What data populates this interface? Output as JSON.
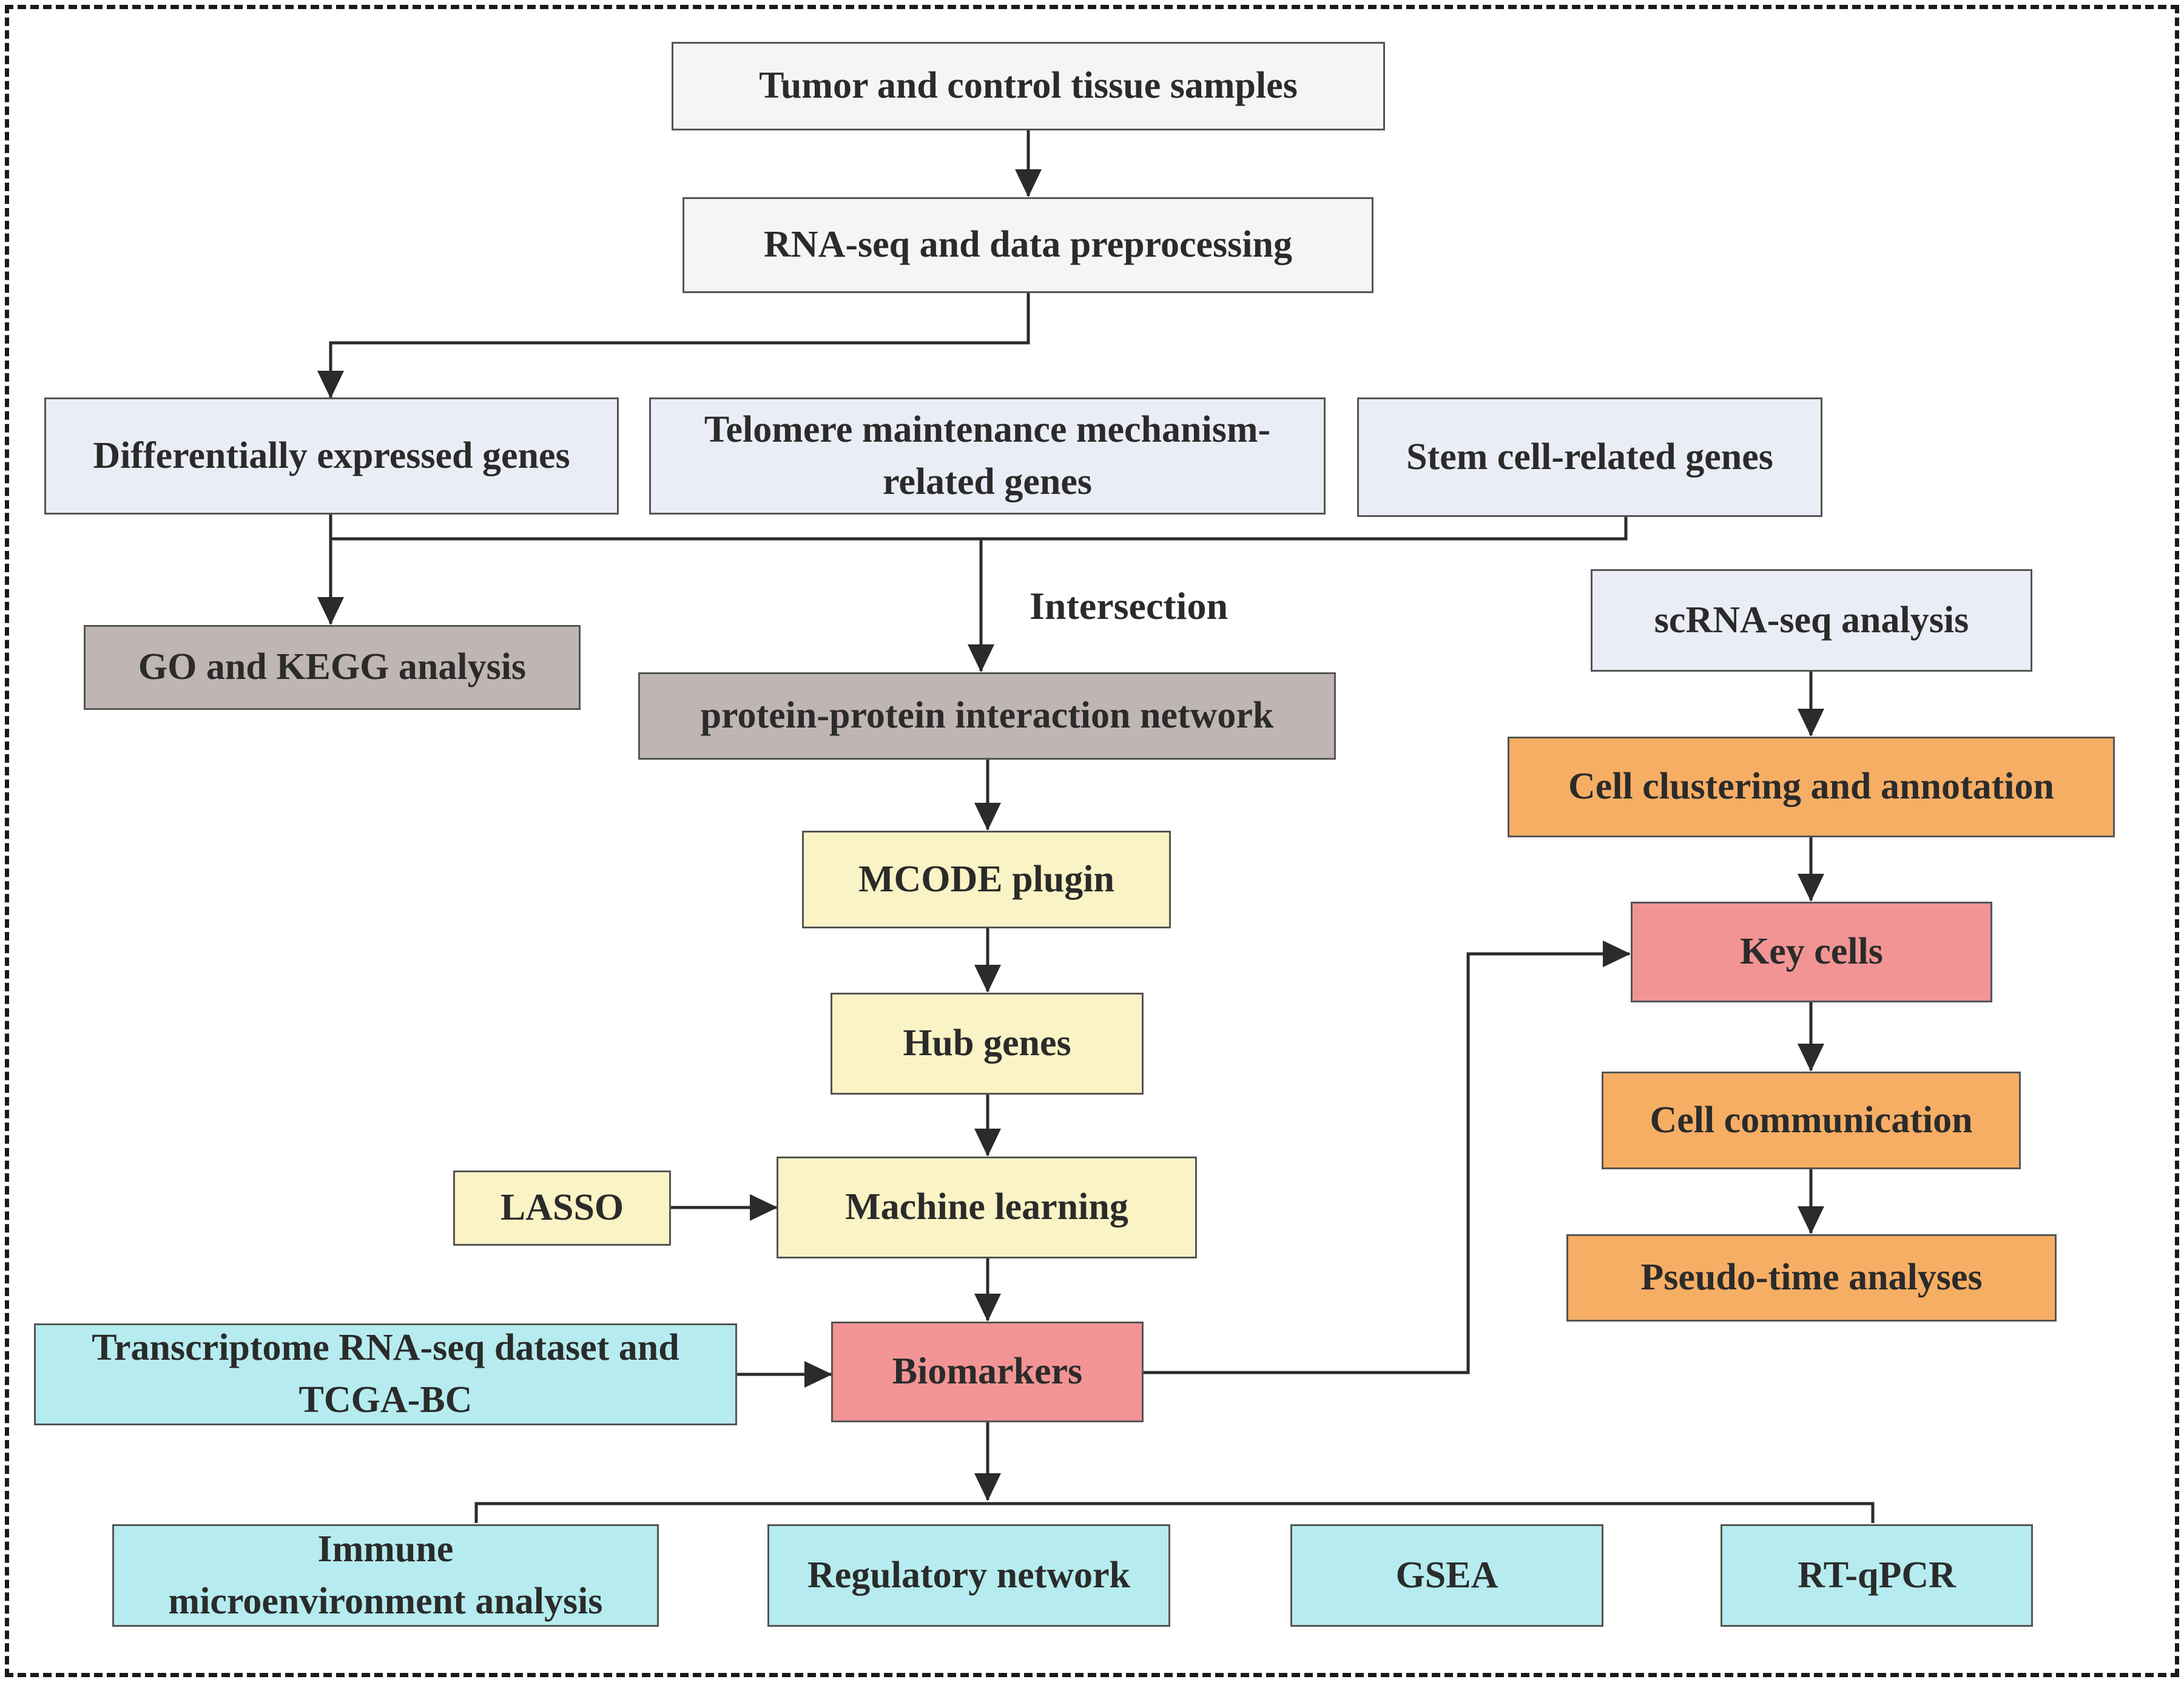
{
  "nodes": {
    "samples": "Tumor and control tissue samples",
    "rnaseq": "RNA-seq and data preprocessing",
    "degs": "Differentially expressed genes",
    "tmm_line1": "Telomere maintenance mechanism-",
    "tmm_line2": "related genes",
    "stem": "Stem cell-related genes",
    "gokegg": "GO and KEGG analysis",
    "intersection": "Intersection",
    "ppi": "protein-protein interaction network",
    "mcode": "MCODE plugin",
    "hub": "Hub genes",
    "lasso": "LASSO",
    "ml": "Machine learning",
    "tcga_line1": "Transcriptome RNA-seq dataset and",
    "tcga_line2": "TCGA-BC",
    "biomarkers": "Biomarkers",
    "scrna": "scRNA-seq analysis",
    "clustering": "Cell clustering and annotation",
    "keycells": "Key cells",
    "communication": "Cell communication",
    "pseudotime": "Pseudo-time analyses",
    "immune_line1": "Immune",
    "immune_line2": "microenvironment analysis",
    "regulatory": "Regulatory network",
    "gsea": "GSEA",
    "rtqpcr": "RT-qPCR"
  },
  "colors": {
    "gray": "#f5f5f5",
    "light_blue": "#eaedf5",
    "taupe": "#bfb5b2",
    "yellow": "#faf3c5",
    "red": "#f29494",
    "orange": "#f6ae64",
    "cyan": "#b6ecef",
    "line": "#2b2b2b"
  }
}
